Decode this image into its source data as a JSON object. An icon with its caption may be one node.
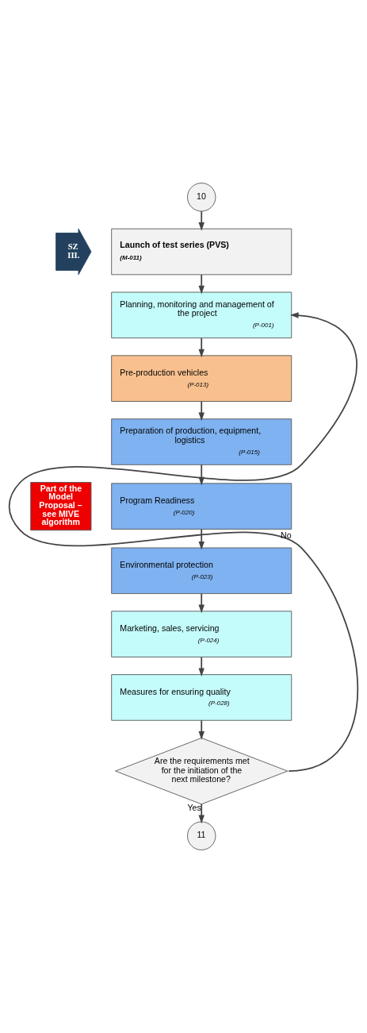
{
  "diagram": {
    "nodes": [
      {
        "text": [
          "10"
        ]
      },
      {
        "text": [
          "Launch of test series (PVS)",
          "(M-011)"
        ]
      },
      {
        "text": [
          "SZ III."
        ]
      },
      {
        "text": [
          "Part of the Model Proposal – see MIVE algorithm"
        ]
      },
      {
        "text": [
          "Planning, monitoring and management of the project",
          "(P-001)"
        ]
      },
      {
        "text": [
          "Pre-production vehicles",
          "(P-013)"
        ]
      },
      {
        "text": [
          "Preparation of production, equipment, logistics",
          "(P-015)"
        ]
      },
      {
        "text": [
          "Program Readiness",
          "(P-020)"
        ]
      },
      {
        "text": [
          "Environmental protection",
          "(P-023)"
        ]
      },
      {
        "text": [
          "Marketing, sales, servicing",
          "(P-024)"
        ]
      },
      {
        "text": [
          "Measures for ensuring quality",
          "(P-028)"
        ]
      },
      {
        "text": [
          "Are the requirements met for the initiation of the next milestone?"
        ]
      },
      {
        "text": [
          "11"
        ]
      }
    ],
    "edges": [
      {
        "from": 0,
        "to": 1,
        "arrow": "to"
      },
      {
        "from": 1,
        "to": 4,
        "arrow": "to"
      },
      {
        "from": 4,
        "to": 5,
        "arrow": "to"
      },
      {
        "from": 5,
        "to": 6,
        "arrow": "to"
      },
      {
        "from": 6,
        "to": 7,
        "arrow": "to"
      },
      {
        "from": 7,
        "to": 8,
        "arrow": "to"
      },
      {
        "from": 8,
        "to": 9,
        "arrow": "to"
      },
      {
        "from": 9,
        "to": 10,
        "arrow": "to"
      },
      {
        "from": 10,
        "to": 11,
        "arrow": "to"
      },
      {
        "from": 11,
        "to": 12,
        "label": "Yes",
        "arrow": "to"
      },
      {
        "from": 11,
        "to": 4,
        "label": "No",
        "arrow": "to"
      }
    ]
  }
}
